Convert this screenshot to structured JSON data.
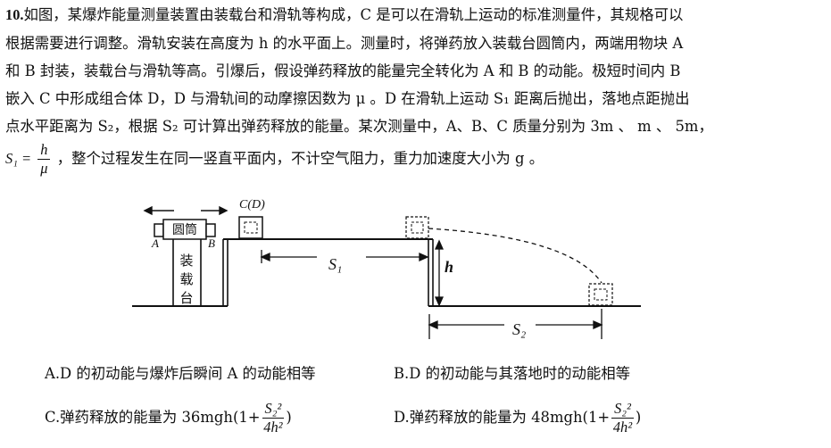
{
  "question": {
    "number": "10.",
    "line1": "如图，某爆炸能量测量装置由装载台和滑轨等构成，C 是可以在滑轨上运动的标准测量件，其规格可以",
    "line2": "根据需要进行调整。滑轨安装在高度为 h 的水平面上。测量时，将弹药放入装载台圆筒内，两端用物块 A",
    "line3": "和 B 封装，装载台与滑轨等高。引爆后，假设弹药释放的能量完全转化为 A 和 B 的动能。极短时间内 B",
    "line4": "嵌入 C 中形成组合体 D，D 与滑轨间的动摩擦因数为 μ 。D 在滑轨上运动 S₁ 距离后抛出，落地点距抛出",
    "line5": "点水平距离为 S₂，根据 S₂ 可计算出弹药释放的能量。某次测量中，A、B、C 质量分别为 3m 、 m 、 5m，",
    "line6_lhs": "S₁ =",
    "line6_num": "h",
    "line6_den": "μ",
    "line6_rest": "，整个过程发生在同一竖直平面内，不计空气阻力，重力加速度大小为 g 。"
  },
  "diagram": {
    "label_cd": "C(D)",
    "label_tube": "圆筒",
    "label_a": "A",
    "label_b": "B",
    "label_platform": [
      "装",
      "载",
      "台"
    ],
    "label_s1": "S₁",
    "label_h": "h",
    "label_s2": "S₂"
  },
  "options": {
    "a": "A.D 的初动能与爆炸后瞬间 A 的动能相等",
    "b": "B.D 的初动能与其落地时的动能相等",
    "c_prefix": "C.弹药释放的能量为 36mgh(1+",
    "d_prefix": "D.弹药释放的能量为 48mgh(1+",
    "frac_num": "S₂²",
    "frac_den": "4h²",
    "close": ")"
  }
}
